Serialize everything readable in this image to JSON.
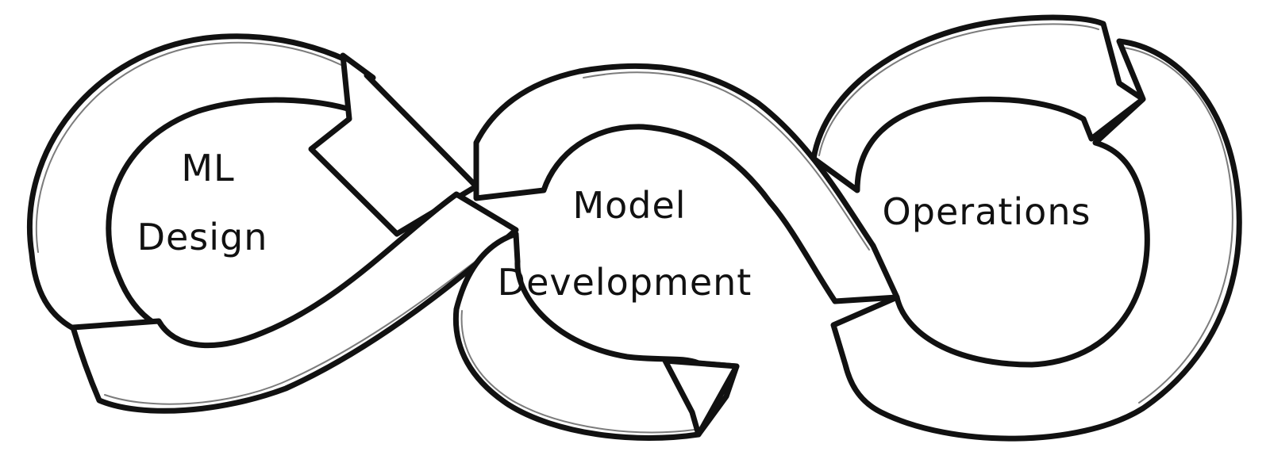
{
  "diagram": {
    "stages": [
      {
        "id": "ml-design",
        "lines": [
          "ML",
          "Design"
        ]
      },
      {
        "id": "model-development",
        "lines": [
          "Model",
          "Development"
        ]
      },
      {
        "id": "operations",
        "lines": [
          "Operations"
        ]
      }
    ],
    "flow": [
      "ml-design",
      "model-development",
      "operations"
    ],
    "style": {
      "stroke": "#111111",
      "background": "#ffffff"
    }
  }
}
